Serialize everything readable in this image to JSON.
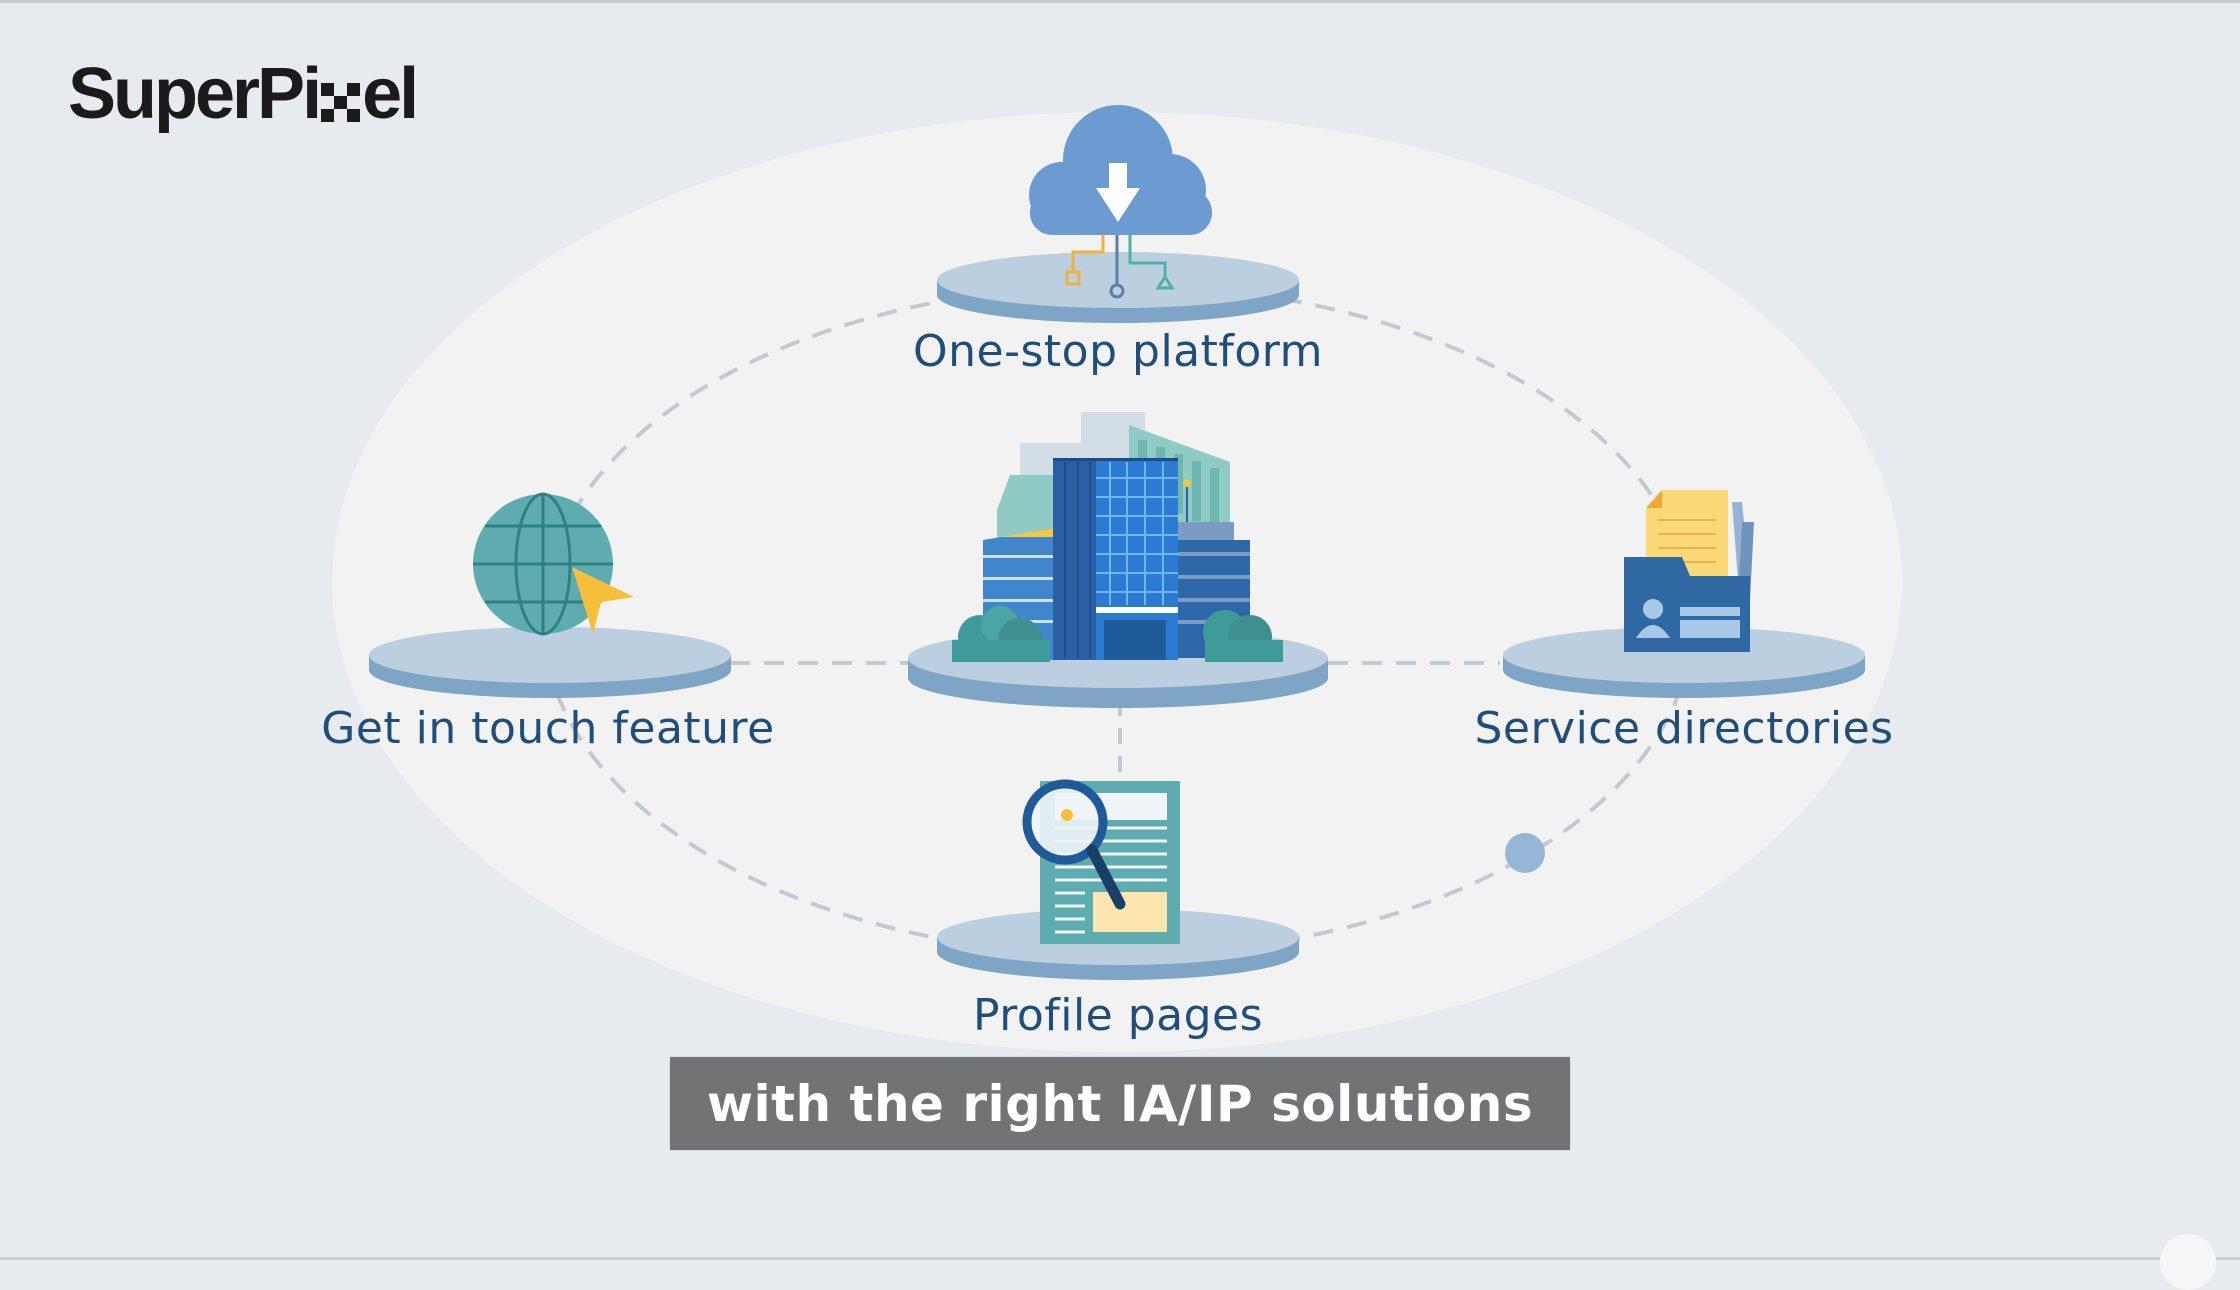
{
  "brand": {
    "logo_prefix": "SuperPi",
    "logo_suffix": "el",
    "logo_x_glyph": "checkered-x"
  },
  "diagram": {
    "center": {
      "name": "city-buildings",
      "icon": "office-buildings-icon"
    },
    "nodes": [
      {
        "id": "top",
        "label": "One-stop platform",
        "icon": "cloud-download-icon"
      },
      {
        "id": "left",
        "label": "Get in touch feature",
        "icon": "globe-cursor-icon"
      },
      {
        "id": "right",
        "label": "Service directories",
        "icon": "folder-contacts-icon"
      },
      {
        "id": "bottom",
        "label": "Profile pages",
        "icon": "document-search-icon"
      }
    ],
    "colors": {
      "label": "#1f4e7a",
      "platform_top": "#bccfe0",
      "platform_side": "#7fa5c6",
      "ring_dash": "#c4c9cf",
      "cloud": "#6b9bd0",
      "teal": "#5eacaf",
      "accent_yellow": "#f5bf3a",
      "folder": "#2f68a3"
    }
  },
  "caption": {
    "text": "with the right IA/IP solutions"
  }
}
